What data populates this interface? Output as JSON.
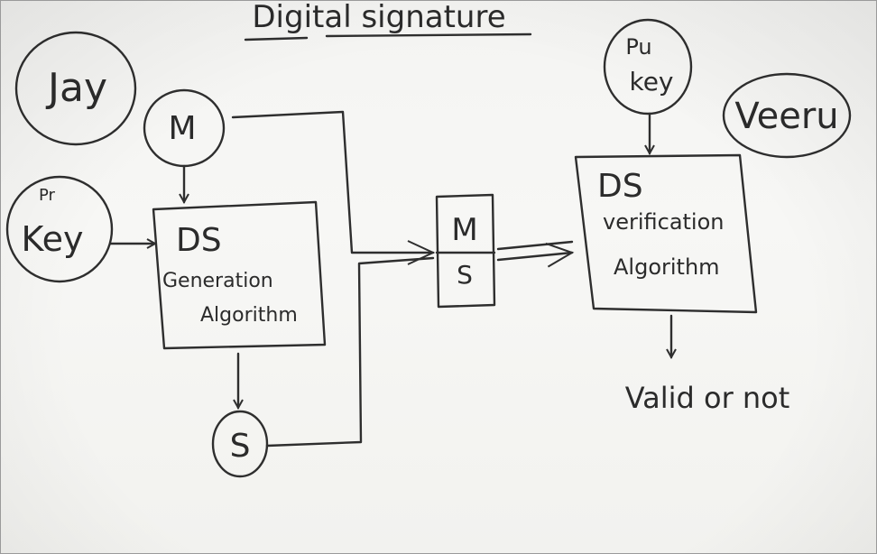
{
  "title": "Digital signature",
  "sender": {
    "name": "Jay"
  },
  "receiver": {
    "name": "Veeru"
  },
  "nodes": {
    "message": "M",
    "private_key": {
      "prefix": "Pr",
      "label": "Key"
    },
    "signature": "S",
    "public_key": {
      "prefix": "Pu",
      "label": "key"
    }
  },
  "generation_box": {
    "line1": "DS",
    "line2": "Generation",
    "line3": "Algorithm"
  },
  "packet": {
    "top": "M",
    "bottom": "S"
  },
  "verification_box": {
    "line1": "DS",
    "line2": "verification",
    "line3": "Algorithm"
  },
  "result": "Valid or not"
}
